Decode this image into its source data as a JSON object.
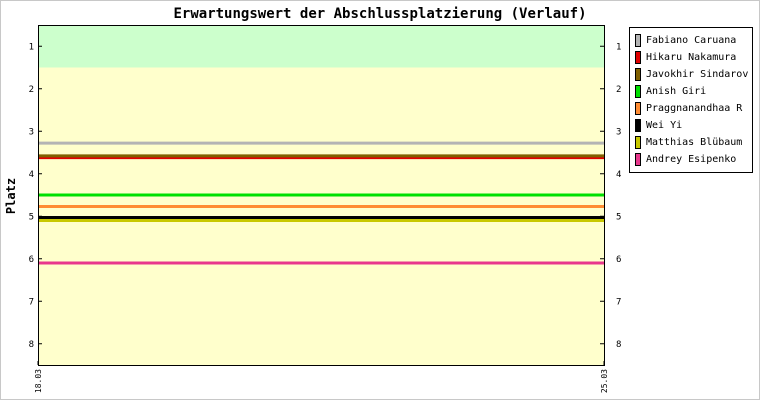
{
  "chart_data": {
    "type": "line",
    "title": "Erwartungswert der Abschlussplatzierung (Verlauf)",
    "ylabel": "Platz",
    "xlabel": "",
    "x": [
      "18.03",
      "25.03"
    ],
    "yticks": [
      "1",
      "2",
      "3",
      "4",
      "5",
      "6",
      "7",
      "8"
    ],
    "ylim": [
      0.5,
      8.5
    ],
    "y_inverted": true,
    "grid": false,
    "legend_position": "right",
    "bands": [
      {
        "from": 0.5,
        "to": 1.5,
        "color": "#ccffcc"
      },
      {
        "from": 1.5,
        "to": 8.5,
        "color": "#ffffcc"
      }
    ],
    "series": [
      {
        "name": "Fabiano Caruana",
        "color": "#b4b4b4",
        "values": [
          3.28,
          3.28
        ]
      },
      {
        "name": "Hikaru Nakamura",
        "color": "#e00000",
        "values": [
          3.62,
          3.62
        ]
      },
      {
        "name": "Javokhir Sindarov",
        "color": "#806000",
        "values": [
          3.58,
          3.58
        ]
      },
      {
        "name": "Anish Giri",
        "color": "#00e000",
        "values": [
          4.5,
          4.5
        ]
      },
      {
        "name": "Praggnanandhaa R",
        "color": "#ff8c33",
        "values": [
          4.77,
          4.77
        ]
      },
      {
        "name": "Wei Yi",
        "color": "#000000",
        "values": [
          5.03,
          5.03
        ]
      },
      {
        "name": "Matthias Blübaum",
        "color": "#c8c800",
        "values": [
          5.1,
          5.1
        ]
      },
      {
        "name": "Andrey Esipenko",
        "color": "#e8378c",
        "values": [
          6.1,
          6.1
        ]
      }
    ]
  }
}
